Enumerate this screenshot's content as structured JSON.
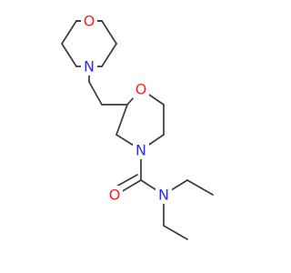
{
  "molecule": {
    "atoms": [
      {
        "id": "o_top",
        "symbol": "O",
        "color": "#ff1f1f"
      },
      {
        "id": "n_top",
        "symbol": "N",
        "color": "#2b2bff"
      },
      {
        "id": "o_ring",
        "symbol": "O",
        "color": "#ff1f1f"
      },
      {
        "id": "n_ring",
        "symbol": "N",
        "color": "#2b2bff"
      },
      {
        "id": "o_carbonyl",
        "symbol": "O",
        "color": "#ff1f1f"
      },
      {
        "id": "n_amide",
        "symbol": "N",
        "color": "#2b2bff"
      }
    ]
  }
}
